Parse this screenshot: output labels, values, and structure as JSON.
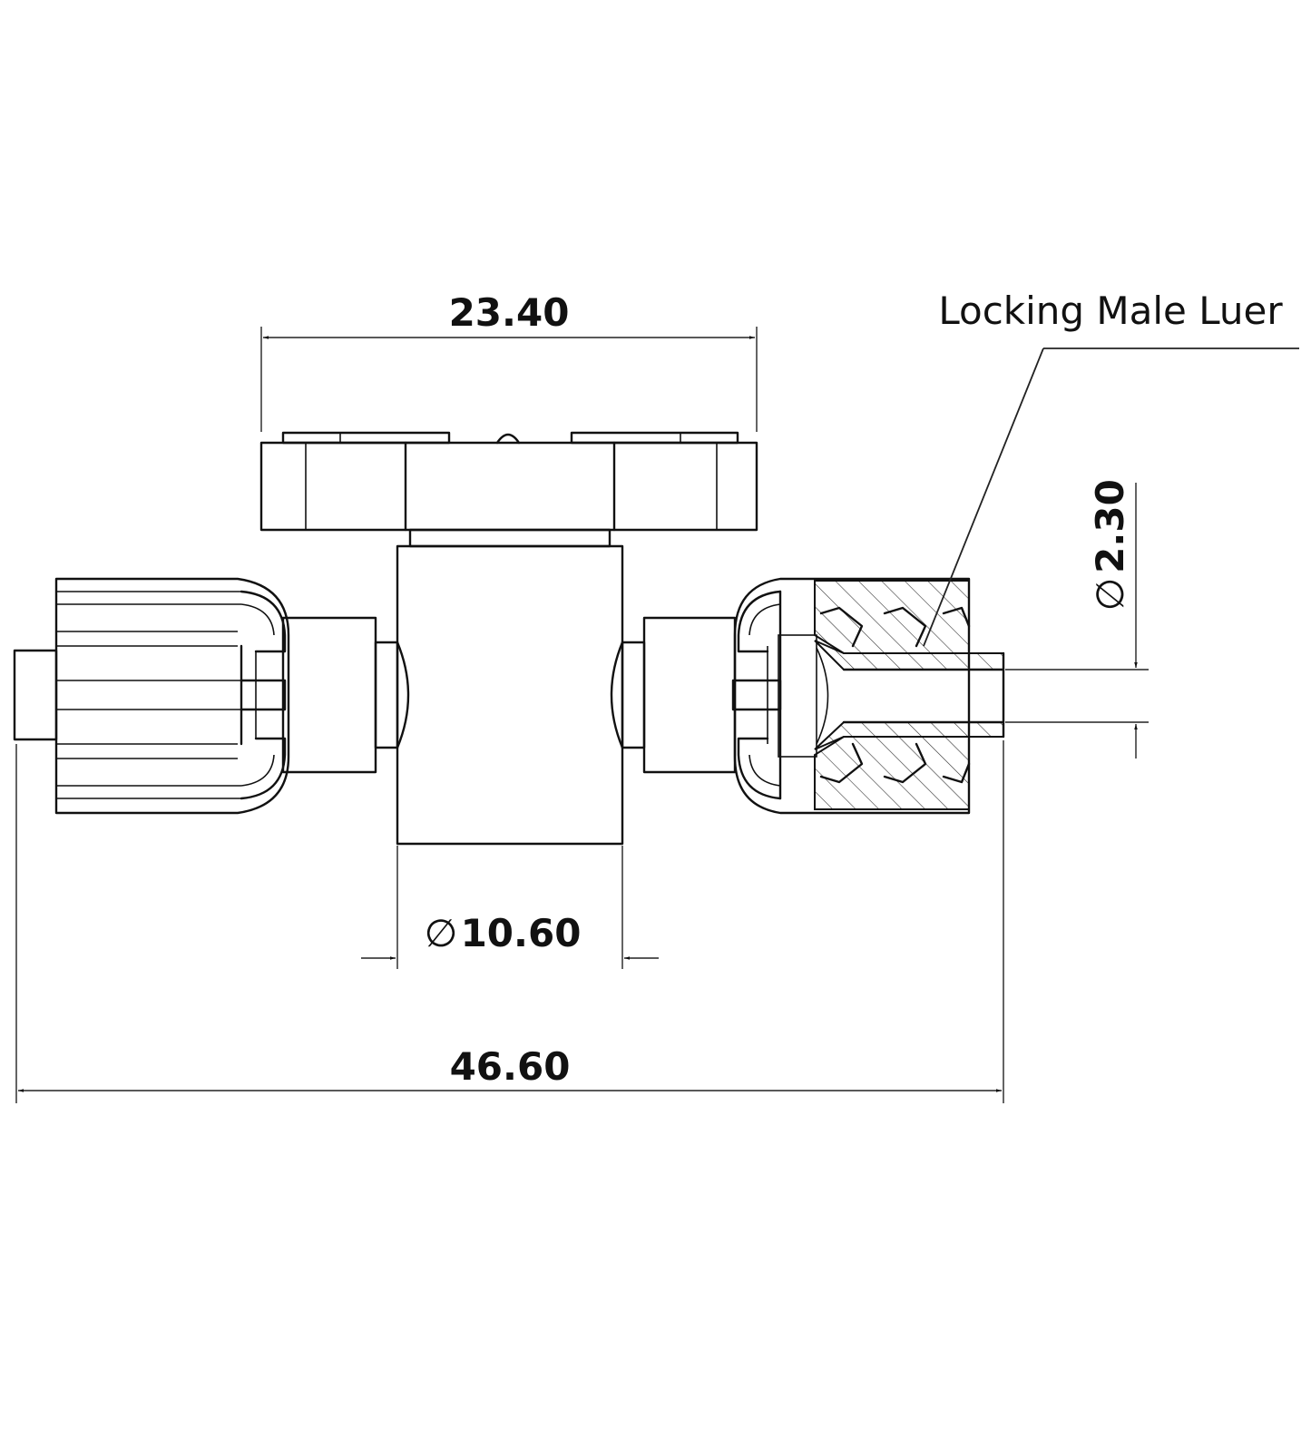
{
  "drawing": {
    "callout": {
      "text": "Locking Male Luer"
    },
    "dimensions": {
      "handle_width": "23.40",
      "body_diameter_symbol": "∅",
      "body_diameter": "10.60",
      "bore_diameter_symbol": "∅",
      "bore_diameter": "2.30",
      "overall_length": "46.60"
    },
    "colors": {
      "line": "#111111",
      "background": "#ffffff"
    }
  }
}
